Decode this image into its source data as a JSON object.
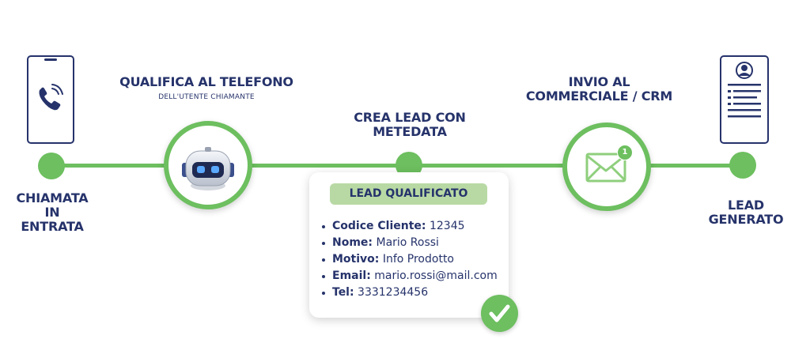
{
  "steps": {
    "incoming_call": {
      "label_line1": "CHIAMATA IN",
      "label_line2": "ENTRATA"
    },
    "phone_qualify": {
      "title": "QUALIFICA AL TELEFONO",
      "subtitle": "DELL'UTENTE CHIAMANTE"
    },
    "create_lead": {
      "label_line1": "CREA LEAD CON",
      "label_line2": "METEDATA"
    },
    "send_to_crm": {
      "label_line1": "INVIO AL",
      "label_line2": "COMMERCIALE / CRM",
      "badge": "1"
    },
    "lead_generated": {
      "label_line1": "LEAD",
      "label_line2": "GENERATO"
    }
  },
  "lead_card": {
    "title": "LEAD QUALIFICATO",
    "fields": [
      {
        "key": "Codice Cliente:",
        "value": "12345"
      },
      {
        "key": "Nome:",
        "value": "Mario Rossi"
      },
      {
        "key": "Motivo:",
        "value": "Info Prodotto"
      },
      {
        "key": "Email:",
        "value": "mario.rossi@mail.com"
      },
      {
        "key": "Tel:",
        "value": "3331234456"
      }
    ]
  },
  "icons": {
    "phone": "phone-call-icon",
    "robot": "robot-icon",
    "mail": "mail-icon",
    "document": "profile-document-icon",
    "check": "check-icon"
  },
  "colors": {
    "navy": "#26336b",
    "green": "#6dbf5f",
    "light_green": "#b8d9a4"
  }
}
